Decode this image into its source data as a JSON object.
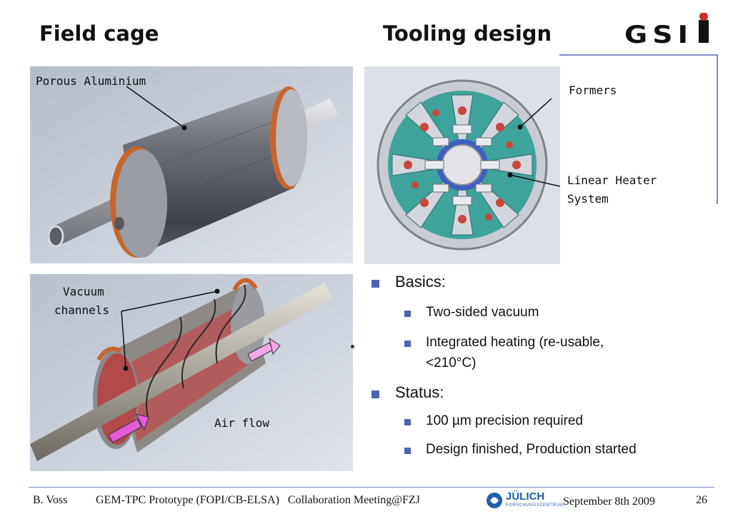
{
  "header": {
    "title_left": "Field cage",
    "title_right": "Tooling design",
    "logo_letters": "GSI"
  },
  "images": {
    "porous": {
      "label": "Porous Aluminium"
    },
    "tooling": {
      "formers": "Formers",
      "heater_line1": "Linear Heater",
      "heater_line2": "System"
    },
    "airflow": {
      "vacuum_line1": "Vacuum",
      "vacuum_line2": "channels",
      "air_flow": "Air flow"
    }
  },
  "bullets": {
    "basics": "Basics:",
    "basics_items": [
      "Two-sided vacuum",
      "Integrated heating (re-usable,",
      "<210°C)"
    ],
    "status": "Status:",
    "status_items": [
      "100 µm precision required",
      "Design finished, Production started"
    ]
  },
  "footer": {
    "author": "B. Voss",
    "event": "GEM-TPC Prototype (FOPI/CB-ELSA)   Collaboration Meeting@FZJ",
    "sponsor_logo": "JÜLICH",
    "sponsor_sub": "FORSCHUNGSZENTRUM",
    "date": "September 8th 2009",
    "page": "26"
  },
  "colors": {
    "accent": "#4f63b3",
    "frame": "#7b8cc8",
    "former": "#3ea39b",
    "copper": "#c8652a"
  }
}
